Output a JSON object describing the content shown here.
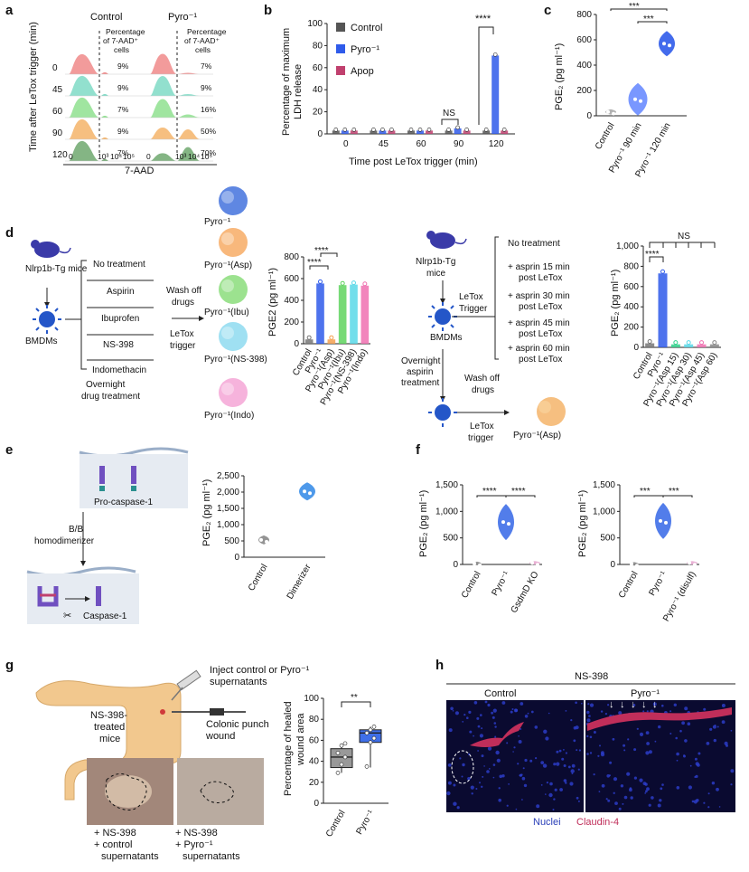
{
  "panels": {
    "a": "a",
    "b": "b",
    "c": "c",
    "d": "d",
    "e": "e",
    "f": "f",
    "g": "g",
    "h": "h"
  },
  "panel_a": {
    "col_titles": [
      "Control",
      "Pyro⁻¹"
    ],
    "pct_header": [
      "Percentage",
      "of 7-AAD⁺",
      "cells"
    ],
    "ylabel": "Time after LeTox trigger (min)",
    "xlabel": "7-AAD",
    "times": [
      "0",
      "45",
      "60",
      "90",
      "120"
    ],
    "control_pct": [
      "9%",
      "9%",
      "7%",
      "9%",
      "7%"
    ],
    "pyro_pct": [
      "7%",
      "9%",
      "16%",
      "50%",
      "70%"
    ],
    "row_colors": [
      "#f08a8a",
      "#7fdac6",
      "#8fe08f",
      "#f5b46a",
      "#6fa86f"
    ],
    "xticks": [
      "0",
      "10³",
      "10⁴",
      "10⁵"
    ]
  },
  "chart_data": [
    {
      "panel": "b",
      "type": "bar",
      "categories": [
        "0",
        "45",
        "60",
        "90",
        "120"
      ],
      "xlabel": "Time post LeTox trigger (min)",
      "ylabel": "Percentage of maximum LDH release",
      "ylim": [
        0,
        100
      ],
      "yticks": [
        "0",
        "20",
        "40",
        "60",
        "80",
        "100"
      ],
      "series": [
        {
          "name": "Control",
          "color": "#555555",
          "values": [
            3,
            3,
            3,
            3,
            3
          ]
        },
        {
          "name": "Pyro⁻¹",
          "color": "#2f5bea",
          "values": [
            3,
            3,
            3,
            5,
            71
          ]
        },
        {
          "name": "Apop",
          "color": "#c0406e",
          "values": [
            3,
            3,
            3,
            3,
            3
          ]
        }
      ],
      "annotations": [
        "NS",
        "****"
      ]
    },
    {
      "panel": "c",
      "type": "violin",
      "categories": [
        "Control",
        "Pyro⁻¹ 90 min",
        "Pyro⁻¹ 120 min"
      ],
      "ylabel": "PGE₂ (pg ml⁻¹)",
      "ylim": [
        0,
        800
      ],
      "yticks": [
        "0",
        "200",
        "400",
        "600",
        "800"
      ],
      "values": [
        30,
        130,
        570
      ],
      "annotations": [
        "***",
        "***"
      ]
    },
    {
      "panel": "d-left",
      "type": "bar",
      "categories": [
        "Control",
        "Pyro⁻¹",
        "Pyro⁻¹(Asp)",
        "Pyro⁻¹(Ibu)",
        "Pyro⁻¹(NS-398)",
        "Pyro⁻¹(Indo)"
      ],
      "colors": [
        "#777777",
        "#2f5bea",
        "#f5a050",
        "#5ed35e",
        "#58d8e8",
        "#f070b0"
      ],
      "values": [
        40,
        555,
        40,
        540,
        545,
        535
      ],
      "ylabel": "PGE2 (pg ml⁻¹)",
      "ylim": [
        0,
        800
      ],
      "yticks": [
        "0",
        "200",
        "400",
        "600",
        "800"
      ],
      "annotations": [
        "****",
        "****"
      ]
    },
    {
      "panel": "d-right",
      "type": "bar",
      "categories": [
        "Control",
        "Pyro⁻¹",
        "Pyro⁻¹(Asp 15)",
        "Pyro⁻¹(Asp 30)",
        "Pyro⁻¹(Asp 45)",
        "Pyro⁻¹(Asp 60)"
      ],
      "colors": [
        "#777777",
        "#2f5bea",
        "#2fd08a",
        "#58d8e8",
        "#f070b0",
        "#888888"
      ],
      "values": [
        40,
        730,
        30,
        30,
        30,
        30
      ],
      "ylabel": "PGE₂ (pg ml⁻¹)",
      "ylim": [
        0,
        1000
      ],
      "yticks": [
        "0",
        "200",
        "400",
        "600",
        "800",
        "1,000"
      ],
      "annotations": [
        "****",
        "NS"
      ]
    },
    {
      "panel": "e",
      "type": "violin",
      "categories": [
        "Control",
        "Dimerizer"
      ],
      "ylabel": "PGE₂ (pg ml⁻¹)",
      "ylim": [
        0,
        2500
      ],
      "yticks": [
        "0",
        "500",
        "1,000",
        "1,500",
        "2,000",
        "2,500"
      ],
      "values": [
        530,
        2020
      ]
    },
    {
      "panel": "f-left",
      "type": "violin",
      "categories": [
        "Control",
        "Pyro⁻¹",
        "GsdmD KO"
      ],
      "ylabel": "PGE₂ (pg ml⁻¹)",
      "ylim": [
        0,
        1500
      ],
      "yticks": [
        "0",
        "500",
        "1,000",
        "1,500"
      ],
      "values": [
        20,
        800,
        30
      ],
      "annotations": [
        "****",
        "****"
      ]
    },
    {
      "panel": "f-right",
      "type": "violin",
      "categories": [
        "Control",
        "Pyro⁻¹",
        "Pyro⁻¹ (disulf)"
      ],
      "ylabel": "PGE₂ (pg ml⁻¹)",
      "ylim": [
        0,
        1500
      ],
      "yticks": [
        "0",
        "500",
        "1,000",
        "1,500"
      ],
      "values": [
        10,
        820,
        30
      ],
      "annotations": [
        "***",
        "***"
      ]
    },
    {
      "panel": "g",
      "type": "box",
      "categories": [
        "Control",
        "Pyro⁻¹"
      ],
      "ylabel": "Percentage of healed wound area",
      "ylim": [
        0,
        100
      ],
      "yticks": [
        "0",
        "20",
        "40",
        "60",
        "80",
        "100"
      ],
      "boxes": [
        {
          "min": 29,
          "q1": 34,
          "median": 44,
          "q3": 52,
          "max": 57,
          "color": "#999999",
          "points": [
            29,
            37,
            44,
            48,
            55,
            57
          ]
        },
        {
          "min": 34,
          "q1": 58,
          "median": 67,
          "q3": 70,
          "max": 73,
          "color": "#3f6fe8",
          "points": [
            35,
            58,
            62,
            67,
            70,
            73
          ]
        }
      ],
      "annotations": [
        "**"
      ]
    }
  ],
  "panel_d": {
    "mouse_label": "Nlrp1b-Tg mice",
    "bmdm": "BMDMs",
    "treatments": [
      "No treatment",
      "Aspirin",
      "Ibuprofen",
      "NS-398",
      "Indomethacin"
    ],
    "overnight": "Overnight drug treatment",
    "wash": "Wash off drugs",
    "letox": "LeTox trigger",
    "products": [
      "Pyro⁻¹",
      "Pyro⁻¹(Asp)",
      "Pyro⁻¹(Ibu)",
      "Pyro⁻¹(NS-398)",
      "Pyro⁻¹(Indo)"
    ],
    "right_mouse": "Nlrp1b-Tg mice",
    "right_bmdm": "BMDMs",
    "right_letox": "LeTox Trigger",
    "right_treatments": [
      "No treatment",
      "+ asprin 15 min post LeTox",
      "+ asprin 30 min post LeTox",
      "+ asprin 45 min post LeTox",
      "+ asprin 60 min post LeTox"
    ],
    "right_overnight": "Overnight aspirin treatment",
    "right_wash": "Wash off drugs",
    "right_letox2": "LeTox trigger",
    "right_product": "Pyro⁻¹(Asp)"
  },
  "panel_e": {
    "procaspase": "Pro-caspase-1",
    "homodim": "B/B homodimerizer",
    "caspase": "Caspase-1"
  },
  "panel_g": {
    "inject": "Inject control or Pyro⁻¹ supernatants",
    "mice": "NS-398-treated mice",
    "wound": "Colonic punch wound",
    "cap_left": [
      "+ NS-398",
      "+ control",
      "supernatants"
    ],
    "cap_right": [
      "+ NS-398",
      "+ Pyro⁻¹",
      "supernatants"
    ]
  },
  "panel_h": {
    "title": "NS-398",
    "left": "Control",
    "right": "Pyro⁻¹",
    "legend_nuclei": "Nuclei",
    "legend_claudin": "Claudin-4"
  }
}
